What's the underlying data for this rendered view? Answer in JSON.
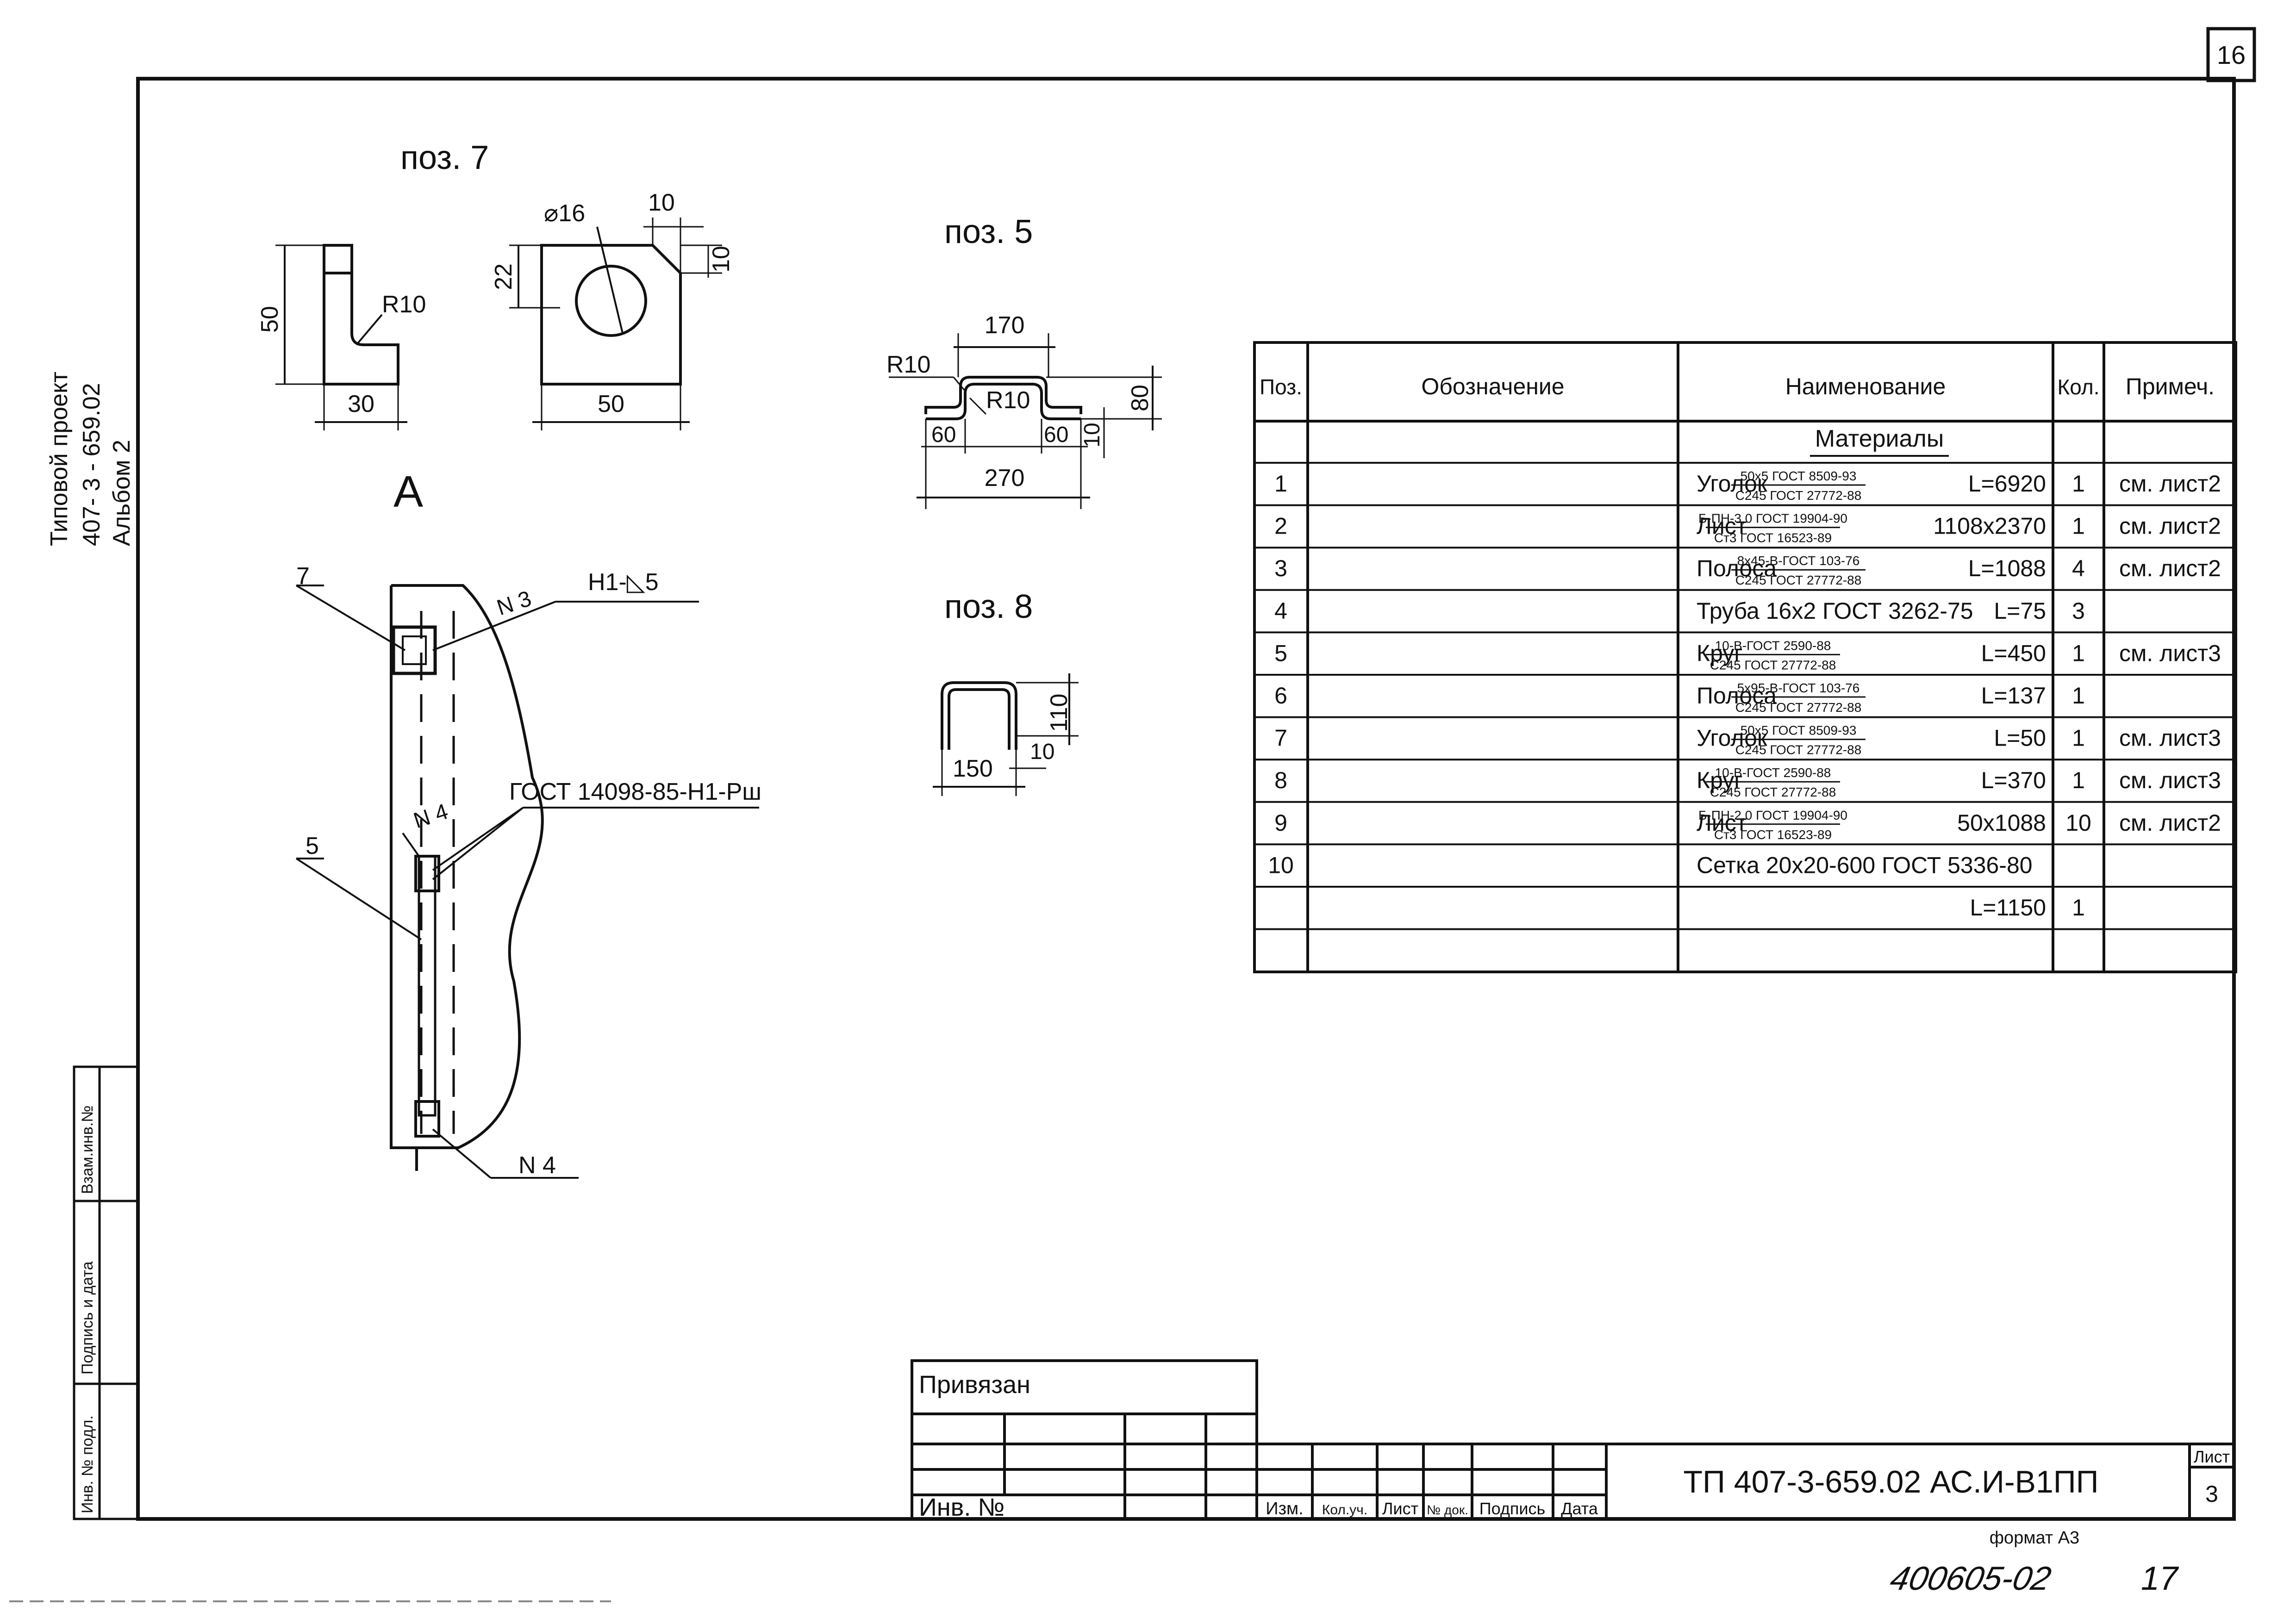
{
  "sheet_corner_number": "16",
  "side_caption": {
    "line1": "Типовой проект",
    "line2": "407- 3 - 659.02",
    "line3": "Альбом 2"
  },
  "left_strip": {
    "inv_podl": "Инв. № подл.",
    "podpis": "Подпись и дата",
    "vzam": "Взам.инв.№"
  },
  "pos7": {
    "title": "поз. 7",
    "dims": {
      "h50": "50",
      "r10": "R10",
      "w30": "30",
      "d16": "⌀16",
      "d10a": "10",
      "d10b": "10",
      "d22": "22",
      "w50": "50"
    }
  },
  "view_a": {
    "title": "А",
    "labels": {
      "p7": "7",
      "n3": "N 3",
      "h1": "Н1-◺5",
      "n4a": "N 4",
      "gost": "ГОСТ 14098-85-Н1-Рш",
      "p5": "5",
      "n4b": "N 4"
    }
  },
  "pos5": {
    "title": "поз. 5",
    "dims": {
      "w170": "170",
      "r10a": "R10",
      "r10b": "R10",
      "h80": "80",
      "w60a": "60",
      "w60b": "60",
      "d10": "10",
      "w270": "270"
    }
  },
  "pos8": {
    "title": "поз. 8",
    "dims": {
      "h110": "110",
      "w150": "150",
      "d10": "10"
    }
  },
  "spec": {
    "headers": {
      "pos": "Поз.",
      "oboz": "Обозначение",
      "naim": "Наименование",
      "kol": "Кол.",
      "prim": "Примеч."
    },
    "section_title": "Материалы",
    "rows": [
      {
        "pos": "1",
        "name": "Уголок",
        "top": "50х5 ГОСТ 8509-93",
        "bot": "С245 ГОСТ 27772-88",
        "size": "L=6920",
        "qty": "1",
        "note": "см. лист2"
      },
      {
        "pos": "2",
        "name": "Лист",
        "top": "Б-ПН-3,0 ГОСТ 19904-90",
        "bot": "Ст3 ГОСТ 16523-89",
        "size": "1108х2370",
        "qty": "1",
        "note": "см. лист2"
      },
      {
        "pos": "3",
        "name": "Полоса",
        "top": "8х45-В-ГОСТ 103-76",
        "bot": "С245 ГОСТ 27772-88",
        "size": "L=1088",
        "qty": "4",
        "note": "см. лист2"
      },
      {
        "pos": "4",
        "name": "Труба 16х2 ГОСТ 3262-75",
        "top": "",
        "bot": "",
        "size": "L=75",
        "qty": "3",
        "note": ""
      },
      {
        "pos": "5",
        "name": "Круг",
        "top": "10-В-ГОСТ 2590-88",
        "bot": "С245 ГОСТ 27772-88",
        "size": "L=450",
        "qty": "1",
        "note": "см. лист3"
      },
      {
        "pos": "6",
        "name": "Полоса",
        "top": "5х95-В-ГОСТ 103-76",
        "bot": "С245 ГОСТ 27772-88",
        "size": "L=137",
        "qty": "1",
        "note": ""
      },
      {
        "pos": "7",
        "name": "Уголок",
        "top": "50х5 ГОСТ 8509-93",
        "bot": "С245 ГОСТ 27772-88",
        "size": "L=50",
        "qty": "1",
        "note": "см. лист3"
      },
      {
        "pos": "8",
        "name": "Круг",
        "top": "10-В-ГОСТ 2590-88",
        "bot": "С245 ГОСТ 27772-88",
        "size": "L=370",
        "qty": "1",
        "note": "см. лист3"
      },
      {
        "pos": "9",
        "name": "Лист",
        "top": "Б-ПН-2,0 ГОСТ 19904-90",
        "bot": "Ст3 ГОСТ 16523-89",
        "size": "50х1088",
        "qty": "10",
        "note": "см. лист2"
      },
      {
        "pos": "10",
        "name": "Сетка 20х20-600 ГОСТ 5336-80",
        "top": "",
        "bot": "",
        "size": "",
        "qty": "",
        "note": ""
      },
      {
        "pos": "",
        "name": "",
        "top": "",
        "bot": "",
        "size": "L=1150",
        "qty": "1",
        "note": ""
      },
      {
        "pos": "",
        "name": "",
        "top": "",
        "bot": "",
        "size": "",
        "qty": "",
        "note": ""
      }
    ]
  },
  "title_block": {
    "privyazan": "Привязан",
    "inv_no": "Инв. №",
    "cols": {
      "izm": "Изм.",
      "kol_uch": "Кол.уч.",
      "list": "Лист",
      "no_dok": "№ док.",
      "podpis": "Подпись",
      "data": "Дата"
    },
    "doc_code": "ТП   407-3-659.02   АС.И-В1ПП",
    "list_label": "Лист",
    "list_number": "3",
    "format": "формат А3",
    "handwritten_no": "400605-02",
    "handwritten_page": "17"
  }
}
